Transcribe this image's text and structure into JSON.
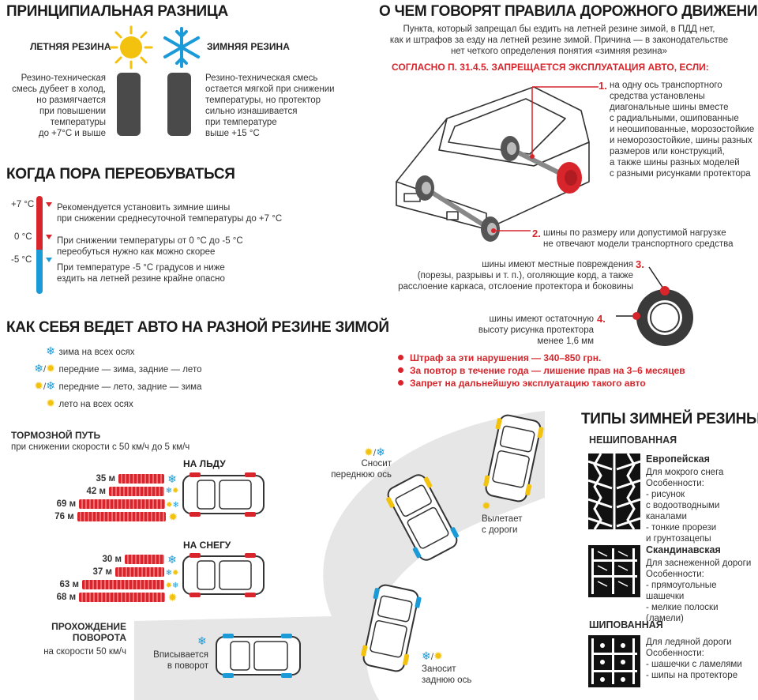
{
  "left": {
    "difference": {
      "title": "ПРИНЦИПИАЛЬНАЯ РАЗНИЦА",
      "summer_label": "ЛЕТНЯЯ РЕЗИНА",
      "winter_label": "ЗИМНЯЯ РЕЗИНА",
      "summer_desc": [
        "Резино-техническая",
        "смесь дубеет в холод,",
        "но размягчается",
        "при повышении",
        "температуры",
        "до +7°С и выше"
      ],
      "winter_desc": [
        "Резино-техническая смесь",
        "остается мягкой при снижении",
        "температуры, но протектор",
        "сильно изнашивается",
        "при температуре",
        "выше +15 °С"
      ]
    },
    "when": {
      "title": "КОГДА ПОРА ПЕРЕОБУВАТЬСЯ",
      "temps": [
        "+7 °С",
        "0 °С",
        "-5 °С"
      ],
      "notes": [
        [
          "Рекомендуется установить зимние шины",
          "при снижении среднесуточной температуры до +7 °С"
        ],
        [
          "При снижении температуры от 0 °С до -5 °С",
          "переобуться нужно как можно скорее"
        ],
        [
          "При температуре -5 °С градусов и ниже",
          "ездить на летней резине крайне опасно"
        ]
      ]
    },
    "behavior": {
      "title": "КАК СЕБЯ ВЕДЕТ АВТО НА РАЗНОЙ РЕЗИНЕ ЗИМОЙ",
      "legend": [
        "зима на всех осях",
        "передние — зима, задние — лето",
        "передние — лето, задние — зима",
        "лето на всех осях"
      ],
      "braking_title": "ТОРМОЗНОЙ ПУТЬ",
      "braking_sub": "при снижении скорости с 50 км/ч до 5 км/ч",
      "ice_label": "НА ЛЬДУ",
      "snow_label": "НА СНЕГУ",
      "ice_values": [
        "35 м",
        "42 м",
        "69 м",
        "76 м"
      ],
      "snow_values": [
        "30 м",
        "37 м",
        "63 м",
        "68 м"
      ],
      "turn_title": [
        "ПРОХОЖДЕНИЕ",
        "ПОВОРОТА"
      ],
      "turn_sub": "на скорости 50 км/ч",
      "turn_in": [
        "Вписывается",
        "в поворот"
      ],
      "front_drift": [
        "Сносит",
        "переднюю ось"
      ],
      "fly_off": [
        "Вылетает",
        "с дороги"
      ],
      "rear_drift": [
        "Заносит",
        "заднюю ось"
      ]
    }
  },
  "right": {
    "rules": {
      "title": "О ЧЕМ ГОВОРЯТ ПРАВИЛА ДОРОЖНОГО ДВИЖЕНИЯ",
      "intro": [
        "Пункта, который запрещал бы ездить на летней резине зимой, в ПДД нет,",
        "как и штрафов за езду на летней резине зимой. Причина — в законодательстве",
        "нет четкого определения понятия «зимняя резина»"
      ],
      "subtitle": "СОГЛАСНО П. 31.4.5. ЗАПРЕЩАЕТСЯ ЭКСПЛУАТАЦИЯ АВТО, ЕСЛИ:",
      "item1_num": "1.",
      "item1": [
        "на одну ось транспортного",
        "средства установлены",
        "диагональные шины вместе",
        "с радиальными, ошипованные",
        "и неошипованные, морозостойкие",
        "и неморозостойкие, шины разных",
        "размеров или конструкций,",
        "а также шины разных моделей",
        "с разными рисунками протектора"
      ],
      "item2_num": "2.",
      "item2": [
        "шины по размеру или допустимой нагрузке",
        "не отвечают модели транспортного средства"
      ],
      "item3_num": "3.",
      "item3": [
        "шины имеют местные повреждения",
        "(порезы, разрывы и т. п.), оголяющие корд, а также",
        "расслоение каркаса, отслоение протектора и боковины"
      ],
      "item4_num": "4.",
      "item4": [
        "шины имеют остаточную",
        "высоту рисунка протектора",
        "менее 1,6 мм"
      ],
      "penalties": [
        "Штраф за эти нарушения — 340–850 грн.",
        "За повтор в течение года — лишение прав на 3–6 месяцев",
        "Запрет на дальнейшую эксплуатацию такого авто"
      ]
    },
    "types": {
      "title": "ТИПЫ ЗИМНЕЙ РЕЗИНЫ",
      "unstudded": "НЕШИПОВАННАЯ",
      "studded": "ШИПОВАННАЯ",
      "european_title": "Европейская",
      "european": [
        "Для мокрого снега",
        "Особенности:",
        "- рисунок",
        "с водоотводными каналами",
        "- тонкие прорези",
        "и грунтозацепы"
      ],
      "scandi_title": "Скандинавская",
      "scandi": [
        "Для заснеженной дороги",
        "Особенности:",
        "- прямоугольные шашечки",
        "- мелкие полоски (ламели)"
      ],
      "studded_desc": [
        "Для ледяной дороги",
        "Особенности:",
        "- шашечки с ламелями",
        "- шипы на протекторе"
      ]
    }
  },
  "colors": {
    "accent_red": "#d7252b",
    "snow_blue": "#1a9ad6",
    "sun_yellow": "#f2c20f",
    "road_gray": "#e6e6e6"
  }
}
